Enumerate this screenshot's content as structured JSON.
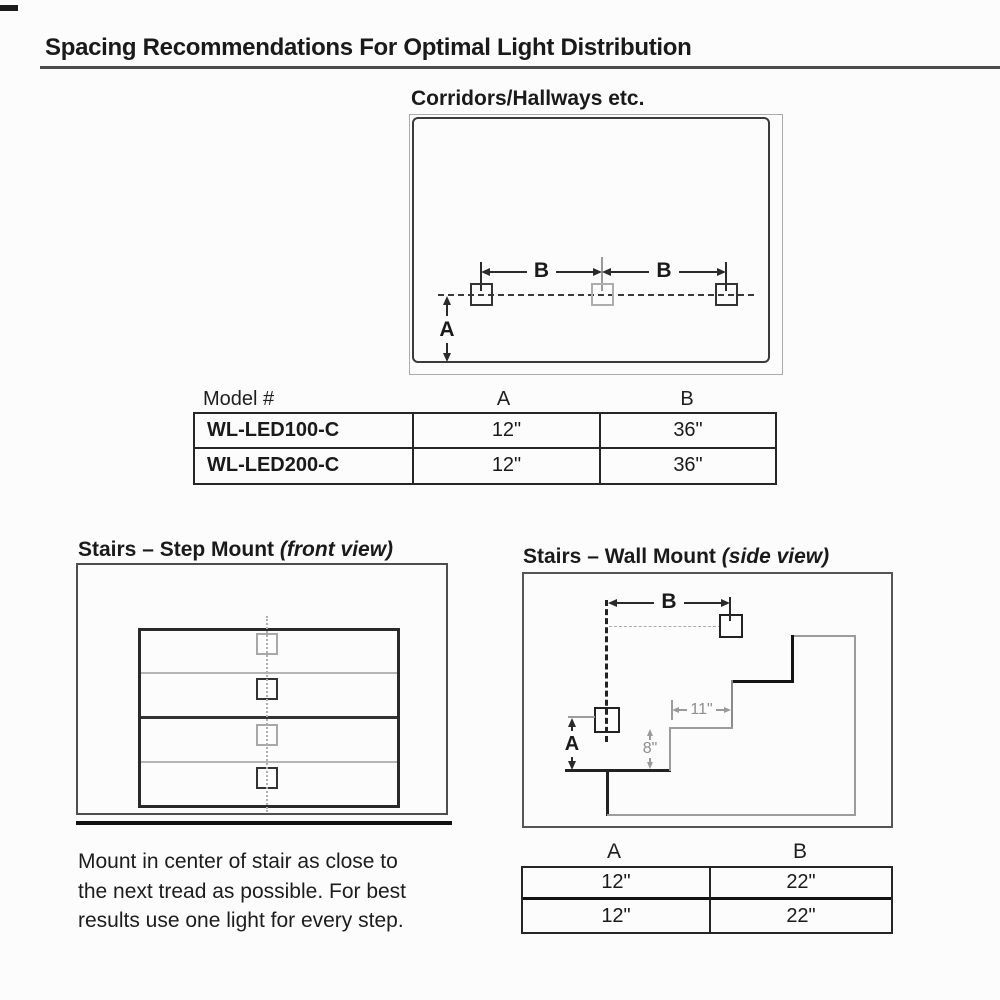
{
  "page": {
    "title": "Spacing Recommendations For Optimal Light Distribution"
  },
  "corridor": {
    "heading": "Corridors/Hallways etc.",
    "dim_b1": "B",
    "dim_b2": "B",
    "dim_a": "A",
    "table": {
      "col_model": "Model #",
      "col_a": "A",
      "col_b": "B",
      "rows": [
        {
          "model": "WL-LED100-C",
          "a": "12\"",
          "b": "36\""
        },
        {
          "model": "WL-LED200-C",
          "a": "12\"",
          "b": "36\""
        }
      ]
    }
  },
  "step_mount": {
    "heading": "Stairs – Step Mount",
    "heading_view": "(front view)",
    "note_lines": [
      "Mount in center of stair as close to",
      "the next tread as possible. For best",
      "results use one light for every step."
    ]
  },
  "wall_mount": {
    "heading": "Stairs – Wall Mount",
    "heading_view": "(side view)",
    "dim_b": "B",
    "dim_a": "A",
    "tread_depth": "11\"",
    "riser_height": "8\"",
    "table": {
      "col_a": "A",
      "col_b": "B",
      "rows": [
        {
          "a": "12\"",
          "b": "22\""
        },
        {
          "a": "12\"",
          "b": "22\""
        }
      ]
    }
  }
}
